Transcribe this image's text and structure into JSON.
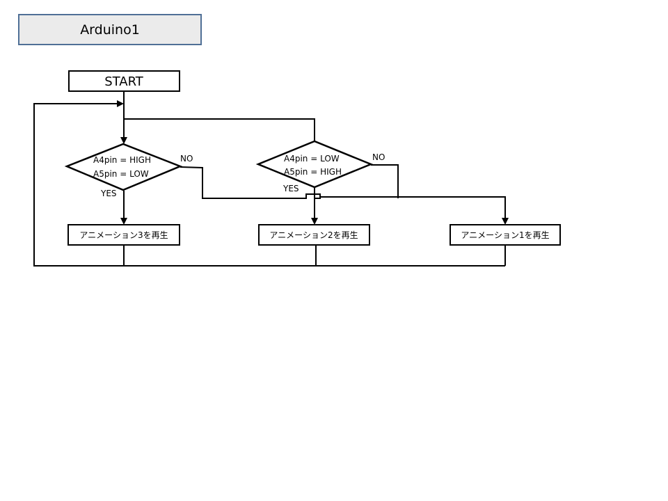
{
  "title": "Arduino1",
  "flowchart": {
    "start": "START",
    "decision1": {
      "line1": "A4pin = HIGH",
      "line2": "A5pin = LOW",
      "yes": "YES",
      "no": "NO"
    },
    "decision2": {
      "line1": "A4pin = LOW",
      "line2": "A5pin = HIGH",
      "yes": "YES",
      "no": "NO"
    },
    "action3": "アニメーション3を再生",
    "action2": "アニメーション2を再生",
    "action1": "アニメーション1を再生"
  }
}
